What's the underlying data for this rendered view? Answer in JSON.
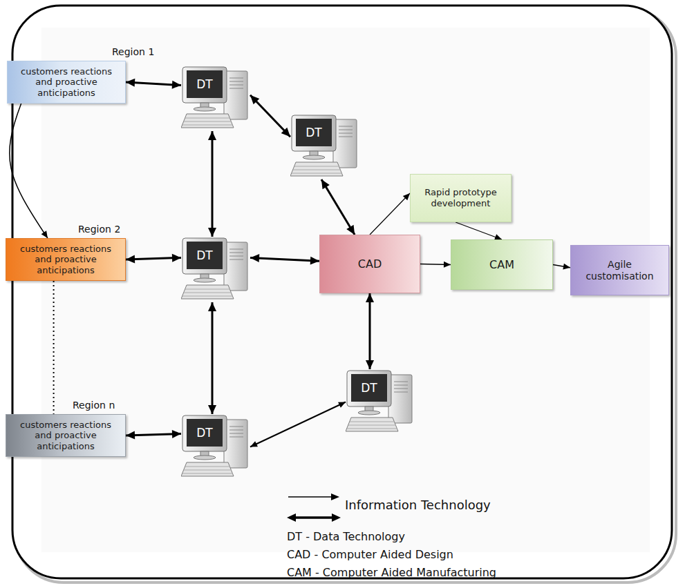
{
  "diagram": {
    "nodes": [
      {
        "text": [
          "Region 1",
          "customers reactions and proactive anticipations"
        ]
      },
      {
        "text": [
          "DT"
        ]
      },
      {
        "text": [
          "DT"
        ]
      },
      {
        "text": [
          "Rapid prototype development"
        ]
      },
      {
        "text": [
          "Region 2",
          "customers reactions and proactive anticipations"
        ]
      },
      {
        "text": [
          "DT"
        ]
      },
      {
        "text": [
          "CAD"
        ]
      },
      {
        "text": [
          "CAM"
        ]
      },
      {
        "text": [
          "Agile customisation"
        ]
      },
      {
        "text": [
          "DT"
        ]
      },
      {
        "text": [
          "Region n",
          "customers reactions and proactive anticipations"
        ]
      },
      {
        "text": [
          "DT"
        ]
      }
    ],
    "edges": [
      {
        "from": 0,
        "to": 1,
        "arrow": "both"
      },
      {
        "from": 0,
        "to": 4,
        "arrow": "to"
      },
      {
        "from": 4,
        "to": 10,
        "arrow": "none"
      },
      {
        "from": 1,
        "to": 2,
        "arrow": "both"
      },
      {
        "from": 1,
        "to": 5,
        "arrow": "both"
      },
      {
        "from": 2,
        "to": 6,
        "arrow": "both"
      },
      {
        "from": 6,
        "to": 3,
        "arrow": "to"
      },
      {
        "from": 3,
        "to": 7,
        "arrow": "to"
      },
      {
        "from": 4,
        "to": 5,
        "arrow": "both"
      },
      {
        "from": 5,
        "to": 6,
        "arrow": "both"
      },
      {
        "from": 6,
        "to": 7,
        "arrow": "to"
      },
      {
        "from": 7,
        "to": 8,
        "arrow": "to"
      },
      {
        "from": 6,
        "to": 9,
        "arrow": "both"
      },
      {
        "from": 5,
        "to": 11,
        "arrow": "both"
      },
      {
        "from": 10,
        "to": 11,
        "arrow": "both"
      },
      {
        "from": 11,
        "to": 9,
        "arrow": "both"
      }
    ],
    "labels": [
      "DT - Data Technology",
      "CAD - Computer Aided Design",
      "CAM - Computer Aided Manufacturing"
    ],
    "legend": [
      {
        "text": "Information Technology"
      }
    ]
  }
}
